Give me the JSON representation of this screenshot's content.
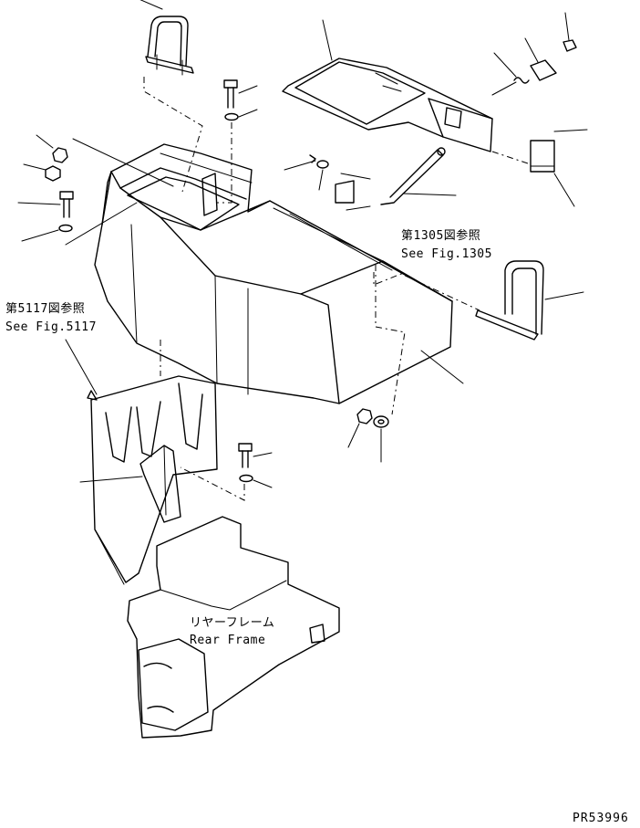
{
  "references": {
    "fig1305_jp": "第1305図参照",
    "fig1305_en": "See Fig.1305",
    "fig5117_jp": "第5117図参照",
    "fig5117_en": "See Fig.5117"
  },
  "rear_frame": {
    "jp": "リヤーフレーム",
    "en": "Rear Frame"
  },
  "drawing_code": "PR53996"
}
